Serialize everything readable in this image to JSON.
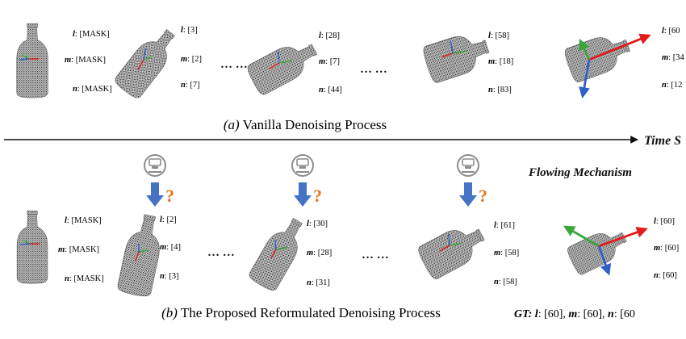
{
  "panel_a": {
    "caption_label": "(a)",
    "caption_text": "Vanilla Denoising Process",
    "steps": [
      {
        "l": "[MASK]",
        "m": "[MASK]",
        "n": "[MASK]"
      },
      {
        "l": "[3]",
        "m": "[2]",
        "n": "[7]"
      },
      {
        "l": "[28]",
        "m": "[7]",
        "n": "[44]"
      },
      {
        "l": "[58]",
        "m": "[18]",
        "n": "[83]"
      },
      {
        "l": "[60",
        "m": "[34",
        "n": "[12"
      }
    ]
  },
  "panel_b": {
    "caption_label": "(b)",
    "caption_text": "The Proposed Reformulated Denoising Process",
    "mechanism_label": "Flowing Mechanism",
    "steps": [
      {
        "l": "[MASK]",
        "m": "[MASK]",
        "n": "[MASK]"
      },
      {
        "l": "[2]",
        "m": "[4]",
        "n": "[3]"
      },
      {
        "l": "[30]",
        "m": "[28]",
        "n": "[31]"
      },
      {
        "l": "[61]",
        "m": "[58]",
        "n": "[58]"
      },
      {
        "l": "[60]",
        "m": "[60]",
        "n": "[60]"
      }
    ],
    "gt": {
      "label": "GT:",
      "l": "[60],",
      "m": "[60],",
      "n": "[60"
    }
  },
  "time_axis_label": "Time S",
  "ellipsis": "… …",
  "question_mark": "?",
  "var_labels": {
    "l": "l",
    "m": "m",
    "n": "n",
    "sep": ":"
  },
  "colors": {
    "axis_red": "#e21b1b",
    "axis_green": "#3aa63a",
    "axis_blue": "#2f5fc9",
    "down_arrow": "#4472c4",
    "question": "#e8731c",
    "expert_icon": "#8c8c8c"
  }
}
